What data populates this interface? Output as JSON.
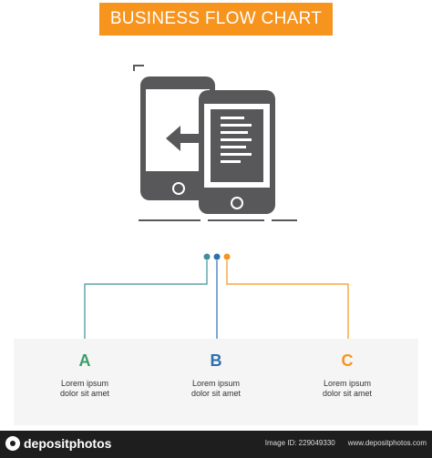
{
  "title": "BUSINESS FLOW CHART",
  "colors": {
    "banner": "#f7941d",
    "icon": "#58585a",
    "teal": "#3f8f9a",
    "blue": "#2c6fb0",
    "orange": "#f7941d",
    "green": "#3a9d6a",
    "card_bg": "#f5f5f5"
  },
  "hero_icon": "mobile-data-transfer-icon",
  "steps": [
    {
      "letter": "A",
      "line1": "Lorem ipsum",
      "line2": "dolor sit amet"
    },
    {
      "letter": "B",
      "line1": "Lorem ipsum",
      "line2": "dolor sit amet"
    },
    {
      "letter": "C",
      "line1": "Lorem ipsum",
      "line2": "dolor sit amet"
    }
  ],
  "footer": {
    "brand": "depositphotos",
    "image_id": "Image ID: 229049330",
    "site": "www.depositphotos.com"
  }
}
